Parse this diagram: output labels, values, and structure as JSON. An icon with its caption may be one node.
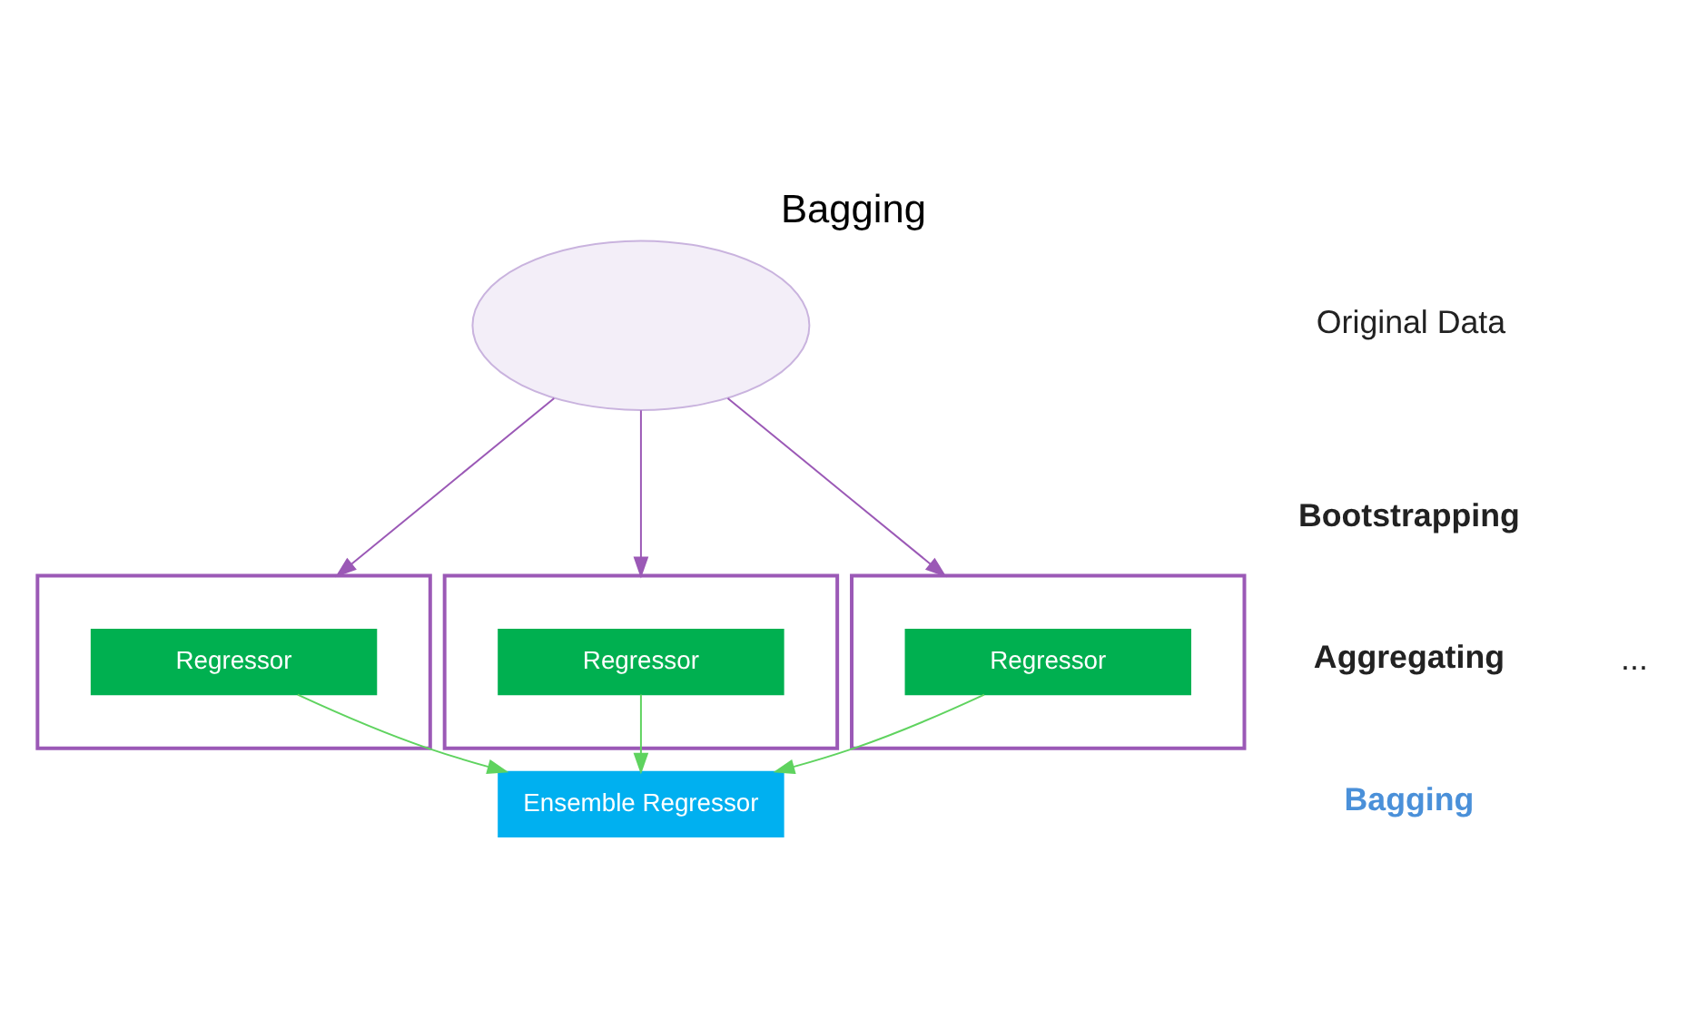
{
  "diagram": {
    "title": "Bagging",
    "nodes": [
      {
        "text": [],
        "shape": "cloud"
      },
      {
        "text": [],
        "shape": "box"
      },
      {
        "text": [
          "Regressor"
        ],
        "in": 1
      },
      {
        "text": [],
        "shape": "box"
      },
      {
        "text": [
          "Regressor"
        ],
        "in": 3
      },
      {
        "text": [],
        "shape": "box"
      },
      {
        "text": [
          "Regressor"
        ],
        "in": 5
      },
      {
        "text": [
          "Ensemble Regressor"
        ]
      }
    ],
    "edges": [
      {
        "from": 0,
        "to": 1,
        "arrow": "to",
        "color": "#9b59b6"
      },
      {
        "from": 0,
        "to": 3,
        "arrow": "to",
        "color": "#9b59b6"
      },
      {
        "from": 0,
        "to": 5,
        "arrow": "to",
        "color": "#9b59b6"
      },
      {
        "from": 2,
        "to": 7,
        "arrow": "to",
        "color": "#5fd35f"
      },
      {
        "from": 4,
        "to": 7,
        "arrow": "to",
        "color": "#5fd35f"
      },
      {
        "from": 6,
        "to": 7,
        "arrow": "to",
        "color": "#5fd35f"
      }
    ],
    "labels": [
      "Original Data",
      "Bootstrapping",
      "...",
      "Aggregating",
      "Bagging"
    ]
  }
}
